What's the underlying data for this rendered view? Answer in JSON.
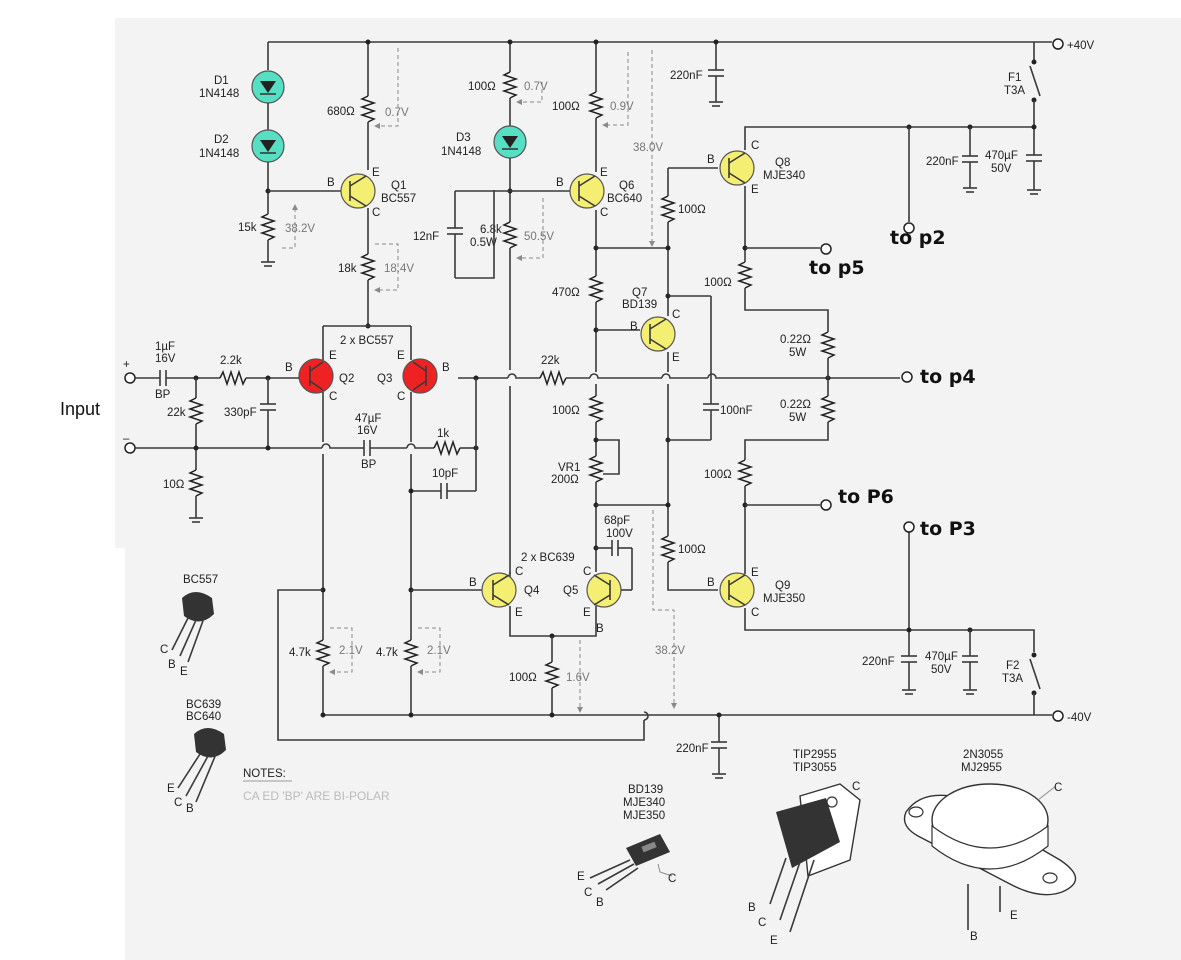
{
  "rails": {
    "pos": "+40V",
    "neg": "-40V"
  },
  "outputs": {
    "p2": "to p2",
    "p5": "to p5",
    "p4": "to p4",
    "p6": "to P6",
    "p3": "to P3"
  },
  "input": {
    "label": "Input",
    "plus": "+",
    "minus": "–"
  },
  "diodes": {
    "d1": {
      "ref": "D1",
      "part": "1N4148"
    },
    "d2": {
      "ref": "D2",
      "part": "1N4148"
    },
    "d3": {
      "ref": "D3",
      "part": "1N4148"
    }
  },
  "transistors": {
    "q1": {
      "ref": "Q1",
      "part": "BC557"
    },
    "q2": {
      "ref": "Q2"
    },
    "q3": {
      "ref": "Q3"
    },
    "pair23": "2 x BC557",
    "q4": {
      "ref": "Q4"
    },
    "q5": {
      "ref": "Q5"
    },
    "pair45": "2 x BC639",
    "q6": {
      "ref": "Q6",
      "part": "BC640"
    },
    "q7": {
      "ref": "Q7",
      "part": "BD139"
    },
    "q8": {
      "ref": "Q8",
      "part": "MJE340"
    },
    "q9": {
      "ref": "Q9",
      "part": "MJE350"
    }
  },
  "pins": {
    "b": "B",
    "c": "C",
    "e": "E"
  },
  "resistors": {
    "r680": "680Ω",
    "r15k": "15k",
    "r18k": "18k",
    "r100a": "100Ω",
    "r100b": "100Ω",
    "r68k": "6.8k",
    "r68k_w": "0.5W",
    "r470": "470Ω",
    "r22k_in": "22k",
    "r10": "10Ω",
    "r22": "2.2k",
    "r22k_fb": "22k",
    "r1k": "1k",
    "r100c": "100Ω",
    "vr1": "VR1",
    "vr1_val": "200Ω",
    "r100d": "100Ω",
    "r100e": "100Ω",
    "r100f": "100Ω",
    "r100g": "100Ω",
    "r022a": "0.22Ω",
    "r022a_w": "5W",
    "r022b": "0.22Ω",
    "r022b_w": "5W",
    "r47ka": "4.7k",
    "r47kb": "4.7k",
    "r100h": "100Ω"
  },
  "capacitors": {
    "c220top": "220nF",
    "c220a": "220nF",
    "c470a": "470µF",
    "c470a_v": "50V",
    "c12n": "12nF",
    "c1u": "1µF",
    "c1u_v": "16V",
    "c1u_t": "BP",
    "c330p": "330pF",
    "c47u": "47µF",
    "c47u_v": "16V",
    "c47u_t": "BP",
    "c10p": "10pF",
    "c100n": "100nF",
    "c68p": "68pF",
    "c68p_v": "100V",
    "c220b": "220nF",
    "c470b": "470µF",
    "c470b_v": "50V",
    "c220bot": "220nF"
  },
  "fuses": {
    "f1": "F1",
    "f1_val": "T3A",
    "f2": "F2",
    "f2_val": "T3A"
  },
  "voltages": {
    "v07a": "0.7V",
    "v07b": "0.7V",
    "v09": "0.9V",
    "v38top": "38.0V",
    "v382a": "38.2V",
    "v184": "18.4V",
    "v505": "50.5V",
    "v21a": "2.1V",
    "v21b": "2.1V",
    "v16": "1.6V",
    "v382b": "38.2V"
  },
  "packages": {
    "bc557": "BC557",
    "bc639": "BC639",
    "bc640": "BC640",
    "bd139": "BD139",
    "mje340": "MJE340",
    "mje350": "MJE350",
    "tip2955": "TIP2955",
    "tip3055": "TIP3055",
    "n3055": "2N3055",
    "mj2955": "MJ2955"
  },
  "notes": {
    "heading": "NOTES:",
    "line1": "CA                        ED 'BP' ARE BI-POLAR"
  }
}
